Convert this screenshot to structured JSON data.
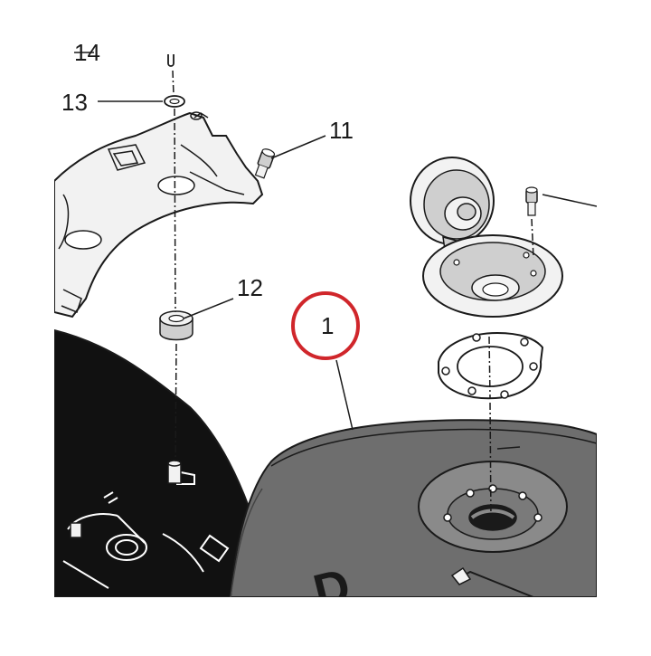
{
  "callouts": {
    "c14": "14",
    "c13": "13",
    "c11": "11",
    "c12": "12",
    "c1": "1"
  },
  "tank_logo": "D",
  "colors": {
    "background": "#ffffff",
    "line": "#1a1a1a",
    "tank": "#6e6e6e",
    "tank_light": "#8a8a8a",
    "frame_dark": "#111111",
    "part_light": "#f2f2f2",
    "part_shade": "#cfcfcf",
    "highlight_ring": "#d0262b"
  }
}
